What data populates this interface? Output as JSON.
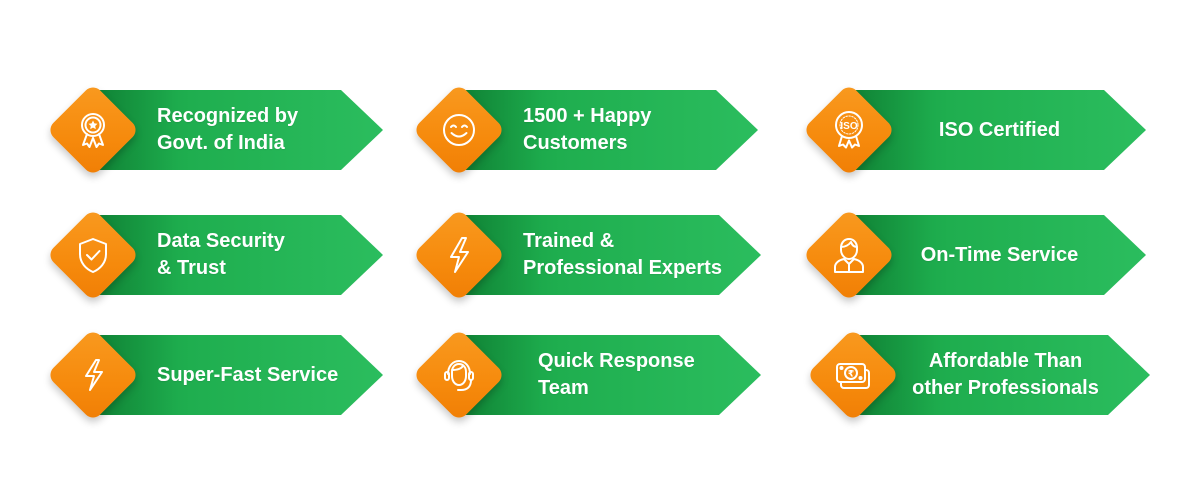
{
  "colors": {
    "orange": "#f68a0c",
    "green": "#1fae4f",
    "text": "#ffffff",
    "background": "#ffffff"
  },
  "badges": [
    {
      "icon": "award-ribbon-icon",
      "lines": [
        "Recognized by",
        "Govt. of India"
      ]
    },
    {
      "icon": "smiley-face-icon",
      "lines": [
        "1500 + Happy",
        "Customers"
      ]
    },
    {
      "icon": "iso-seal-icon",
      "icon_text": "ISO",
      "lines": [
        "ISO Certified"
      ]
    },
    {
      "icon": "shield-check-icon",
      "lines": [
        "Data Security",
        "& Trust"
      ]
    },
    {
      "icon": "lightning-bolt-icon",
      "lines": [
        "Trained &",
        "Professional Experts"
      ]
    },
    {
      "icon": "person-icon",
      "lines": [
        "On-Time Service"
      ]
    },
    {
      "icon": "lightning-bolt-icon",
      "lines": [
        "Super-Fast Service"
      ]
    },
    {
      "icon": "headset-agent-icon",
      "lines": [
        "Quick Response",
        "Team"
      ]
    },
    {
      "icon": "rupee-money-icon",
      "icon_text": "₹",
      "lines": [
        "Affordable Than",
        "other Professionals"
      ]
    }
  ]
}
